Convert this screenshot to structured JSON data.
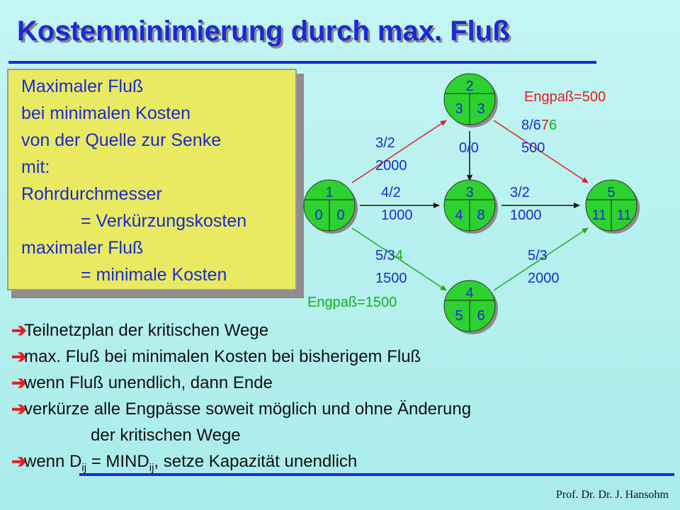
{
  "title": "Kostenminimierung durch max. Fluß",
  "box": {
    "line1": "Maximaler Fluß",
    "line2": "bei minimalen Kosten",
    "line3": "von der Quelle zur Senke",
    "line4": "mit:",
    "line5": "Rohrdurchmesser",
    "line6": "= Verkürzungskosten",
    "line7": "maximaler Fluß",
    "line8": "= minimale Kosten"
  },
  "nodes": {
    "n1": {
      "id": "1",
      "left": "0",
      "right": "0"
    },
    "n2": {
      "id": "2",
      "left": "3",
      "right": "3"
    },
    "n3": {
      "id": "3",
      "left": "4",
      "right": "8"
    },
    "n4": {
      "id": "4",
      "left": "5",
      "right": "6"
    },
    "n5": {
      "id": "5",
      "left": "11",
      "right": "11"
    }
  },
  "edges": {
    "e12": {
      "label1": "3/2",
      "label2": "2000"
    },
    "e23": {
      "label1": "0/0"
    },
    "e25": {
      "label1_a": "8/6",
      "label1_b": "7",
      "label1_c": "6",
      "label2": "500"
    },
    "e13": {
      "label1": "4/2",
      "label2": "1000"
    },
    "e35": {
      "label1": "3/2",
      "label2": "1000"
    },
    "e14": {
      "label1_a": "5/3",
      "label1_b": "4",
      "label2": "1500"
    },
    "e45": {
      "label1": "5/3",
      "label2": "2000"
    }
  },
  "engpass_top": "Engpaß=500",
  "engpass_bottom": "Engpaß=1500",
  "bullets": {
    "b1": "Teilnetzplan der kritischen Wege",
    "b2": "max. Fluß bei minimalen Kosten bei bisherigem Fluß",
    "b3": "wenn Fluß unendlich, dann Ende",
    "b4": "verkürze alle Engpässe soweit möglich und ohne Änderung",
    "b4b": "der kritischen Wege",
    "b5_pre": "wenn D",
    "b5_sub1": "ij",
    "b5_mid": " = MIND",
    "b5_sub2": "ij",
    "b5_post": ", setze Kapazität unendlich"
  },
  "footer": "Prof. Dr. Dr. J. Hansohm",
  "colors": {
    "title": "#1a2bd1",
    "node_fill": "#2ed22e",
    "edge_red": "#e02020",
    "edge_green": "#18b018",
    "edge_black": "#111111",
    "label_blue": "#1a2bd1",
    "bullet_arrow": "#e02020",
    "box_fill": "#eaea62"
  },
  "icons": {
    "bullet": "right-arrow-icon"
  }
}
